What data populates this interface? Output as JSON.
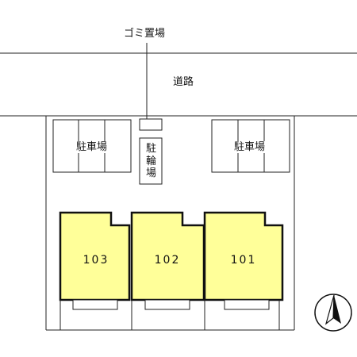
{
  "map": {
    "road_label": "道路",
    "garbage_label": "ゴミ置場",
    "parking_left_label": "駐車場",
    "parking_right_label": "駐車場",
    "bicycle_label": "駐輪場",
    "north_arrow_icon": "north-arrow-icon",
    "units": [
      {
        "number": "103"
      },
      {
        "number": "102"
      },
      {
        "number": "101"
      }
    ],
    "colors": {
      "unit_fill": "#ffff99",
      "unit_stroke": "#111111",
      "line": "#222222"
    }
  }
}
